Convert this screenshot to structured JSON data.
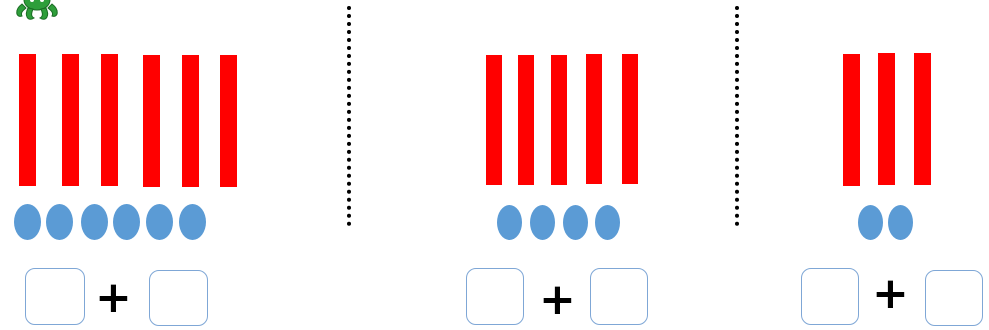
{
  "mascot": {
    "icon": "green-octopus-icon",
    "color": "#2e9e3a"
  },
  "colors": {
    "rod": "#ff0000",
    "bead": "#5b9bd5",
    "box_border": "#7fa7d6"
  },
  "groups": [
    {
      "rods": 6,
      "beads": 6,
      "operator": "+"
    },
    {
      "rods": 5,
      "beads": 4,
      "operator": "+"
    },
    {
      "rods": 3,
      "beads": 2,
      "operator": "+"
    }
  ]
}
